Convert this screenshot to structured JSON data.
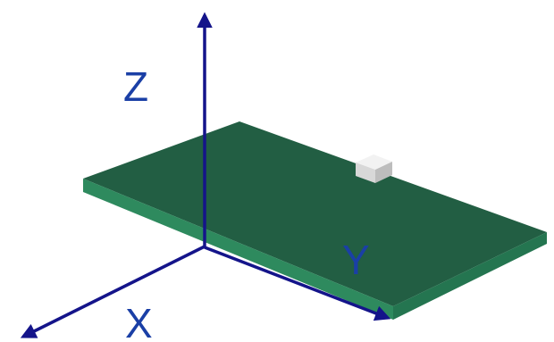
{
  "axes": {
    "x_label": "X",
    "y_label": "Y",
    "z_label": "Z"
  },
  "colors": {
    "axis": "#14148a",
    "label": "#1a3fa6",
    "board_top": "#225e43",
    "board_side_front": "#2e8a5e",
    "board_side_right": "#247550",
    "component_top": "#f2f2f2",
    "component_front": "#d8d8d8",
    "component_side": "#bdbdbd"
  }
}
